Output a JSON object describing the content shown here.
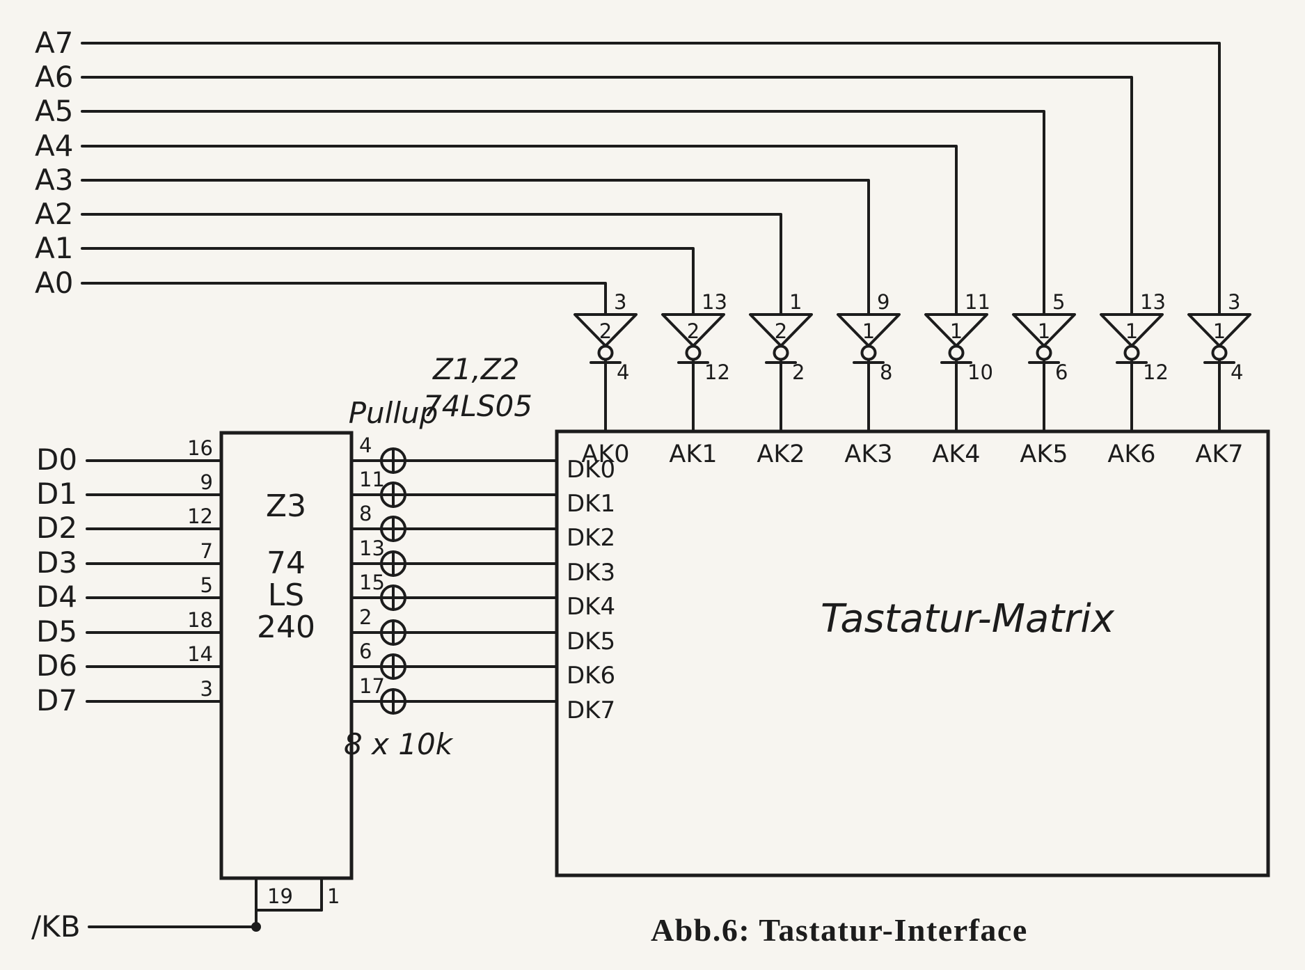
{
  "page": {
    "background": "#f7f5f0",
    "ink": "#1c1c1c",
    "caption": "Abb.6: Tastatur-Interface"
  },
  "labels": {
    "inverter_chip_line1": "Z1,Z2",
    "inverter_chip_line2": "74LS05",
    "pullup_title": "Pullup",
    "pullup_value": "8 x 10k",
    "matrix_title": "Tastatur-Matrix",
    "kb_signal": "/KB",
    "buffer_pin_left": "19",
    "buffer_pin_right": "1"
  },
  "buffer_chip": {
    "line1": "Z3",
    "line2": "74",
    "line3": "LS",
    "line4": "240"
  },
  "address_lines": [
    {
      "label": "A7",
      "input_pin": "3",
      "gate": "1",
      "output_pin": "4",
      "matrix_pin": "AK7"
    },
    {
      "label": "A6",
      "input_pin": "13",
      "gate": "1",
      "output_pin": "12",
      "matrix_pin": "AK6"
    },
    {
      "label": "A5",
      "input_pin": "5",
      "gate": "1",
      "output_pin": "6",
      "matrix_pin": "AK5"
    },
    {
      "label": "A4",
      "input_pin": "11",
      "gate": "1",
      "output_pin": "10",
      "matrix_pin": "AK4"
    },
    {
      "label": "A3",
      "input_pin": "9",
      "gate": "1",
      "output_pin": "8",
      "matrix_pin": "AK3"
    },
    {
      "label": "A2",
      "input_pin": "1",
      "gate": "2",
      "output_pin": "2",
      "matrix_pin": "AK2"
    },
    {
      "label": "A1",
      "input_pin": "13",
      "gate": "2",
      "output_pin": "12",
      "matrix_pin": "AK1"
    },
    {
      "label": "A0",
      "input_pin": "3",
      "gate": "2",
      "output_pin": "4",
      "matrix_pin": "AK0"
    }
  ],
  "data_lines": [
    {
      "label": "D0",
      "pin_in": "16",
      "pin_out": "4",
      "matrix_pin": "DK0"
    },
    {
      "label": "D1",
      "pin_in": "9",
      "pin_out": "11",
      "matrix_pin": "DK1"
    },
    {
      "label": "D2",
      "pin_in": "12",
      "pin_out": "8",
      "matrix_pin": "DK2"
    },
    {
      "label": "D3",
      "pin_in": "7",
      "pin_out": "13",
      "matrix_pin": "DK3"
    },
    {
      "label": "D4",
      "pin_in": "5",
      "pin_out": "15",
      "matrix_pin": "DK4"
    },
    {
      "label": "D5",
      "pin_in": "18",
      "pin_out": "2",
      "matrix_pin": "DK5"
    },
    {
      "label": "D6",
      "pin_in": "14",
      "pin_out": "6",
      "matrix_pin": "DK6"
    },
    {
      "label": "D7",
      "pin_in": "3",
      "pin_out": "17",
      "matrix_pin": "DK7"
    }
  ]
}
